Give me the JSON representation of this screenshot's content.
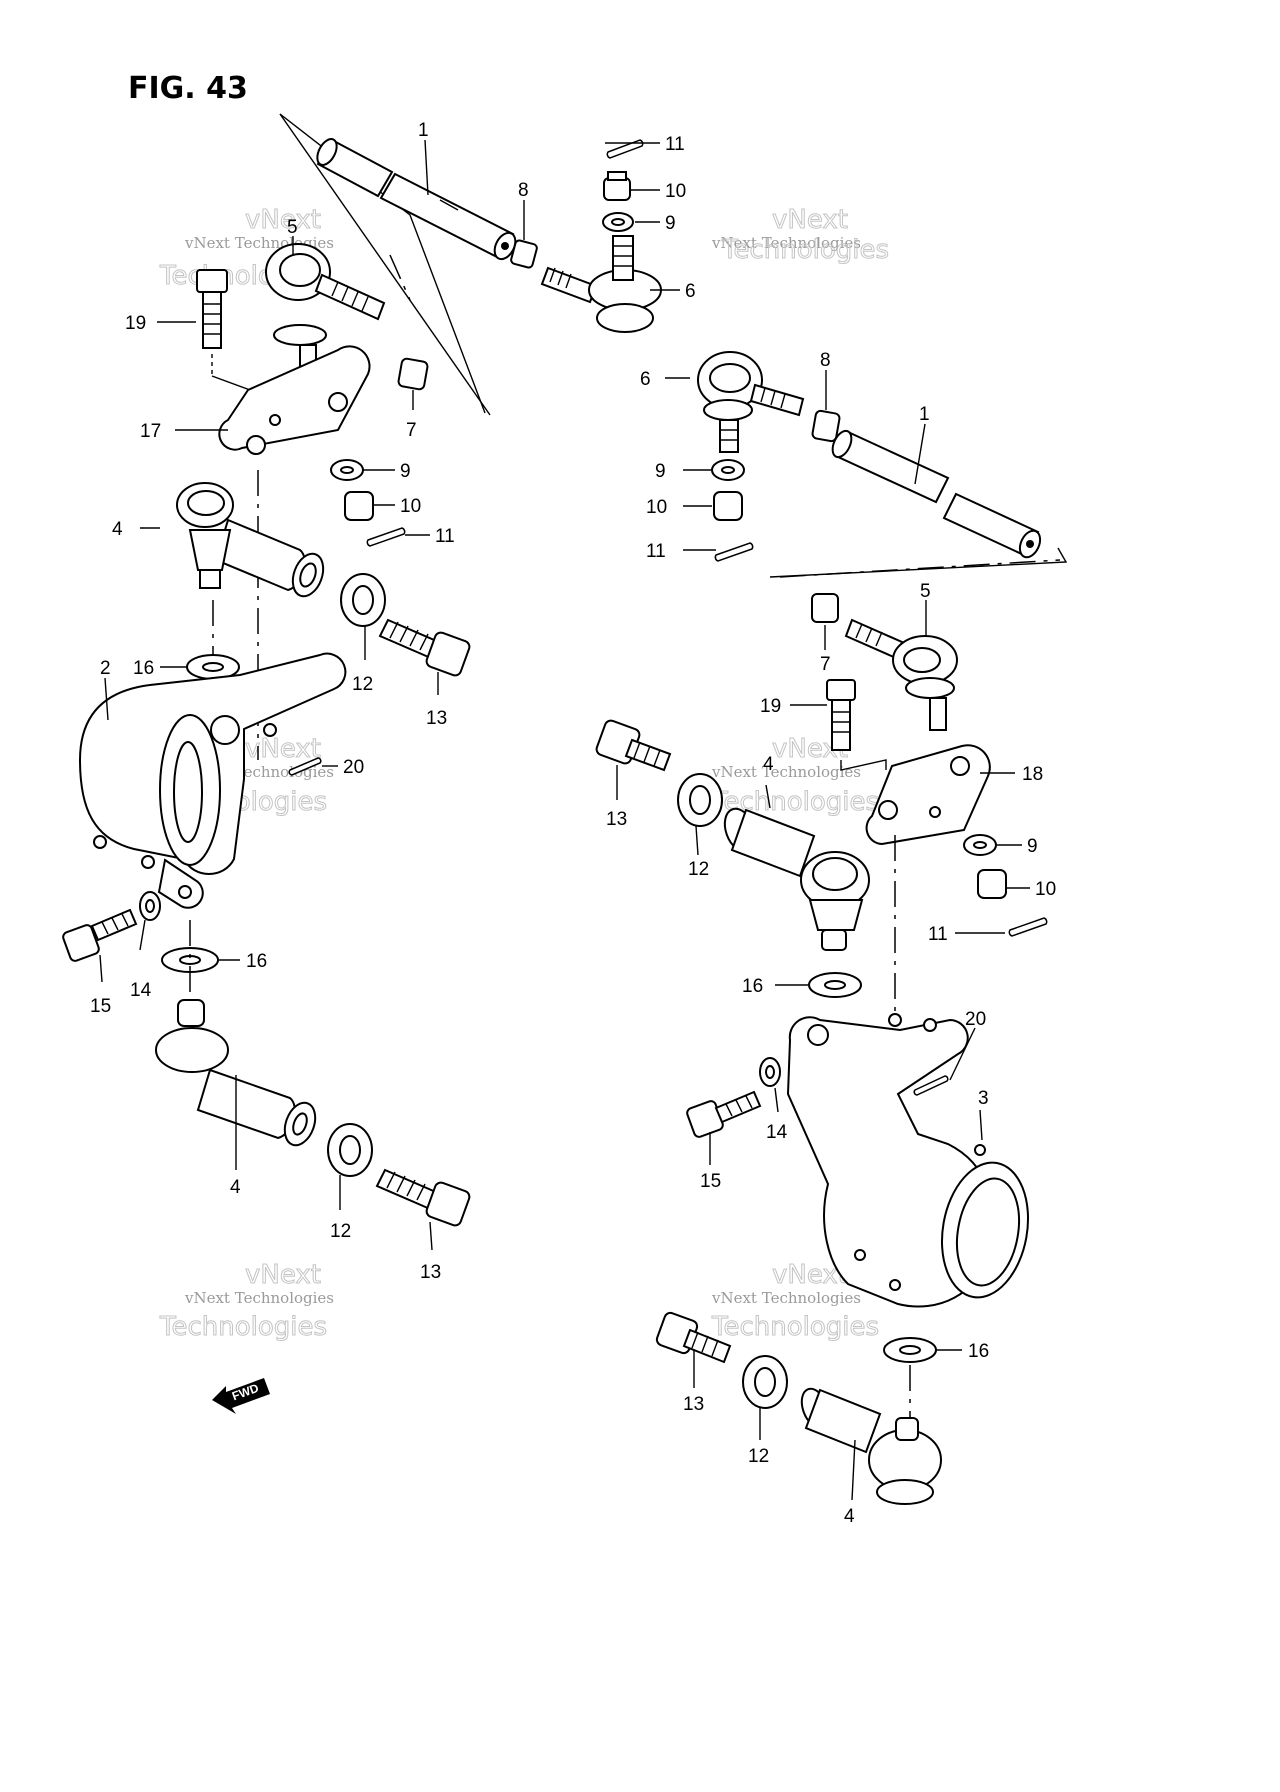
{
  "figure": {
    "title": "FIG. 43"
  },
  "watermark": {
    "line1": "vNext Technologies",
    "line2": "vNext",
    "line3": "Technologies"
  },
  "fwd_marker": {
    "label": "FWD"
  },
  "callouts": {
    "c1a": "1",
    "c11a": "11",
    "c10a": "10",
    "c8a": "8",
    "c9a": "9",
    "c6a": "6",
    "c5a": "5",
    "c19a": "19",
    "c7a": "7",
    "c17": "17",
    "c9b": "9",
    "c10b": "10",
    "c11b": "11",
    "c4a": "4",
    "c16a": "16",
    "c2": "2",
    "c12a": "12",
    "c13a": "13",
    "c20a": "20",
    "c14a": "14",
    "c15a": "15",
    "c16b": "16",
    "c4b": "4",
    "c12b": "12",
    "c13b": "13",
    "c6b": "6",
    "c8b": "8",
    "c1b": "1",
    "c9c": "9",
    "c10c": "10",
    "c11c": "11",
    "c5b": "5",
    "c7b": "7",
    "c19b": "19",
    "c13c": "13",
    "c4c": "4",
    "c18": "18",
    "c12c": "12",
    "c9d": "9",
    "c10d": "10",
    "c11d": "11",
    "c16c": "16",
    "c20b": "20",
    "c3": "3",
    "c14b": "14",
    "c15b": "15",
    "c13d": "13",
    "c16d": "16",
    "c12d": "12",
    "c4d": "4"
  },
  "icons": {
    "fwd": "fwd-arrow-icon",
    "parts": [
      "tie-rod-sleeve",
      "ball-joint",
      "castle-nut",
      "washer",
      "cotter-pin",
      "bolt",
      "knuckle",
      "knuckle-arm",
      "spacer"
    ]
  },
  "colors": {
    "ink": "#000000",
    "paper": "#ffffff",
    "watermark": "#9a9a9a"
  }
}
